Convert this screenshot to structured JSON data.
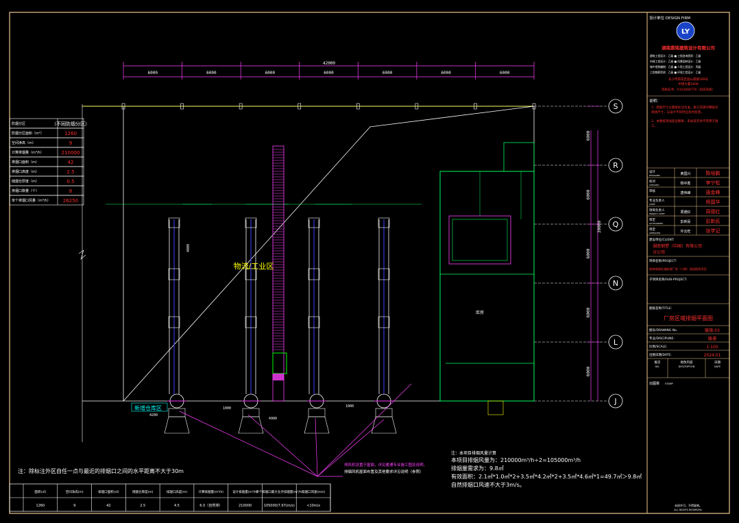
{
  "drawing": {
    "overall_dim": "42000",
    "bays": [
      "6000",
      "6000",
      "6000",
      "6000",
      "6000",
      "6000",
      "6000"
    ],
    "axes": [
      "S",
      "R",
      "Q",
      "N",
      "L",
      "J"
    ],
    "right_dims": [
      "6000",
      "6000",
      "6000",
      "6000",
      "6000"
    ],
    "right_total": "30000",
    "zone_label": "物流/工业区",
    "warehouse_label": "新增仓库区",
    "dim_4200": "4200",
    "dim_1000a": "1000",
    "dim_1000b": "1000",
    "dim_4900": "4900",
    "dim_4000": "4000",
    "room_label": "库房",
    "bottom_note": "注：除标注外区自任一点与最近的排烟口之间的水平距离不大于30m",
    "magenta_note_1": "排风机设置于屋面，详见暖通专业施工图及说明。",
    "magenta_note_2": "排烟风机屋面布置及其他要求详见说明（参照）",
    "calc_title": "注：本项目排烟风量计算",
    "calc_lines": [
      "本项目排烟风量为：210000m³/h÷2=105000m³/h",
      "排烟量需求为：9.8㎡",
      "有效面积：2.1㎡*1.0㎡*2+3.5㎡*4.2㎡*2+3.5㎡*4.6㎡*1=49.7㎡＞9.8㎡",
      "自然排烟口风速不大于3m/s。"
    ]
  },
  "left_table": {
    "rows": [
      {
        "label": "防烟分区",
        "value": "（不同防烟分区）"
      },
      {
        "label": "防烟分区面积（m²）",
        "value": "1260"
      },
      {
        "label": "空间净高（m）",
        "value": "9"
      },
      {
        "label": "计算排烟量（m³/h）",
        "value": "210000"
      },
      {
        "label": "排烟口面积（m）",
        "value": "42"
      },
      {
        "label": "排烟口高度（m）",
        "value": "2.5"
      },
      {
        "label": "储烟仓厚度（m）",
        "value": "0.5"
      },
      {
        "label": "排烟口数量（个）",
        "value": "8"
      },
      {
        "label": "单个排烟口风量（m³/h）",
        "value": "26250"
      }
    ]
  },
  "bottom_table": {
    "headers": [
      "面积(㎡)",
      "空间净高(m)",
      "排烟口面积(㎡)",
      "储烟仓厚度(m)",
      "排烟口高度(m)",
      "计算排烟量(m³/h)",
      "设计排烟量(m³/h)",
      "单个排烟口最大允许排烟量(m³/h)",
      "排烟口风速(m/s)"
    ],
    "values": [
      "1260",
      "9",
      "42",
      "2.5",
      "4.5",
      "6.0（自然排）",
      "210000",
      "105000/7.97(m/s)",
      "<10m/s"
    ]
  },
  "title_block": {
    "header": "设计单位 DESIGN FIRM",
    "logo": "LY",
    "company": "湖南鼎铭建筑设计有限公司",
    "quals": [
      "建筑工程设计：乙级   ■ 工程咨询资质：乙级",
      "市政工程设计：乙级   ■ 风景园林设计：乙级",
      "城乡规划编制：乙级   ■ 人防工程设计：丙级",
      "工程勘察资质：乙级   ■ 环境工程设计：乙级"
    ],
    "address": "长沙市雨花区韶山南路589号",
    "address2": "中建大厦1808",
    "cert": "资质证书：A343008778（同前资质）",
    "notes_title": "说明：",
    "notes": [
      "1、图纸尺寸以图纸标注为准，施工前请仔细核对现场尺寸，与设计不符时应及时反馈。",
      "2、本图纸须加盖出图章，未加盖无效不得用于施工。"
    ],
    "roles": [
      {
        "role": "设计",
        "en": "DESIGNED",
        "name": "黄国兴",
        "sig": "陈培鹏"
      },
      {
        "role": "校对",
        "en": "CHECKED",
        "name": "杨中胜",
        "sig": "李宁松"
      },
      {
        "role": "审核",
        "en": "",
        "name": "唐伟峰",
        "sig": "唐金峰"
      },
      {
        "role": "专业负责人",
        "en": "CHIEF",
        "name": "",
        "sig": "杨国华"
      },
      {
        "role": "项目负责人",
        "en": "PROJECT CHIEF",
        "name": "周德红",
        "sig": "周德红"
      },
      {
        "role": "审定",
        "en": "AUTHORIZED",
        "name": "彭新民",
        "sig": "彭新民"
      },
      {
        "role": "审定",
        "en": "APPROVED",
        "name": "许云旺",
        "sig": "张学记"
      }
    ],
    "client_label": "建设单位/CLIENT:",
    "client": "湖南钢塑（中国）有限公司",
    "client2": "分公司",
    "project_label": "项目名称/PROJECT:",
    "project": "湖南钢塑轧辊新建厂房（二期）改造提质项目",
    "subproject_label": "子项目名称/SUB-PROJECT:",
    "title_label": "图纸名称/TITLE:",
    "title": "厂房区域排烟平面图",
    "drawing_no_label": "图号/DRAWING No.",
    "drawing_no": "暖施-03",
    "discipline_label": "专业/DISCIPLINE:",
    "discipline": "暖通",
    "scale_label": "比例/SCALE:",
    "scale": "1:100",
    "date_label": "出图日期/DATE:",
    "date": "2024.01",
    "rev_headers": [
      "版次",
      "修改内容",
      "日期"
    ],
    "rev_en": [
      "NO.",
      "DESCRIPTION",
      "DATE"
    ],
    "stamp_label": "出图章",
    "stamp_en": "STAMP",
    "footer": "未经许可，不得复制。",
    "footer_en": "ALL RIGHTS RESERVED."
  }
}
